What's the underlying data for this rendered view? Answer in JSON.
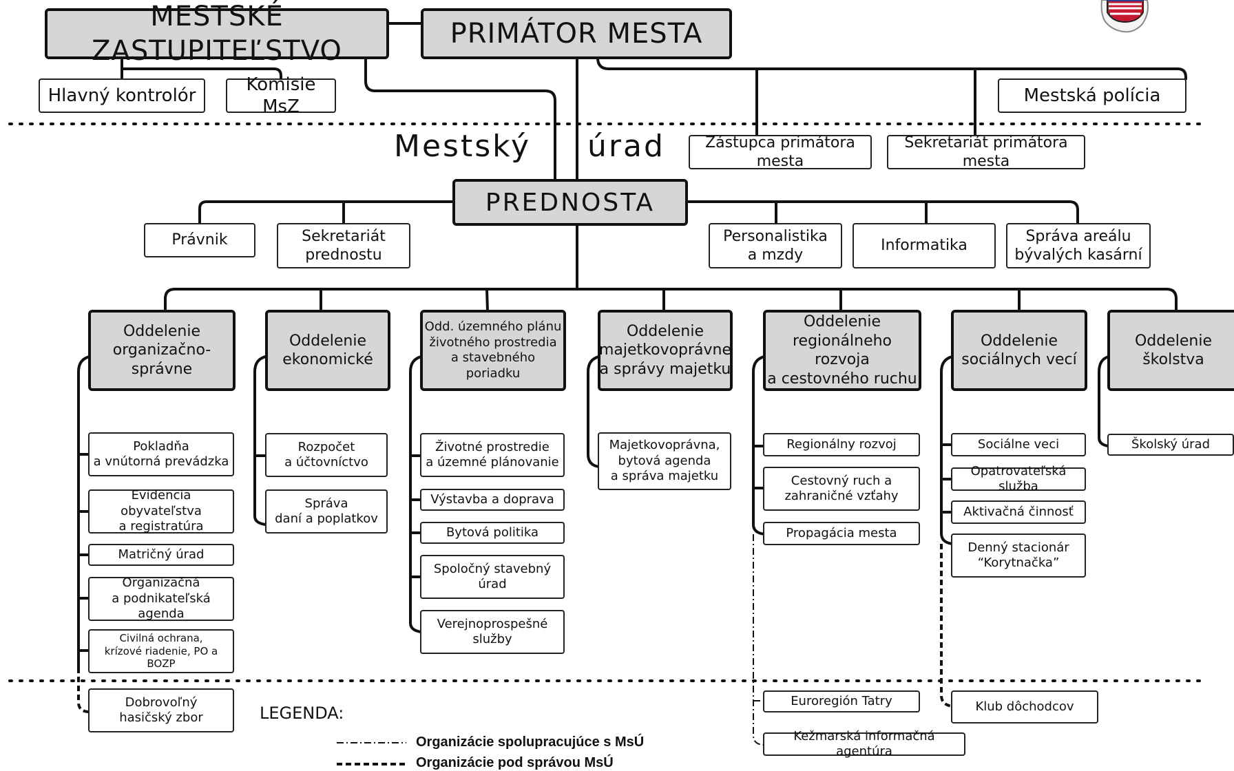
{
  "top": {
    "council": "MESTSKÉ ZASTUPITEĽSTVO",
    "mayor": "PRIMÁTOR MESTA",
    "controller": "Hlavný kontrolór",
    "commissions": "Komisie MsZ",
    "police": "Mestská polícia"
  },
  "office": {
    "title_left": "Mestský",
    "title_right": "úrad",
    "deputy": "Zástupca primátora mesta",
    "mayor_secretariat": "Sekretariát primátora mesta",
    "head": "PREDNOSTA"
  },
  "staff": [
    "Právnik",
    "Sekretariát\nprednostu",
    "Personalistika\na mzdy",
    "Informatika",
    "Správa areálu\nbývalých kasární"
  ],
  "departments": [
    {
      "name": "Oddelenie\norganizačno-správne",
      "units": [
        "Pokladňa\na vnútorná prevádzka",
        "Evidencia obyvateľstva\na registratúra",
        "Matričný úrad",
        "Organizačná\na podnikateľská agenda",
        "Civilná ochrana,\nkrízové riadenie, PO a BOZP"
      ],
      "managed": [
        "Dobrovoľný\nhasičský zbor"
      ]
    },
    {
      "name": "Oddelenie\nekonomické",
      "units": [
        "Rozpočet\na účtovníctvo",
        "Správa\ndaní a poplatkov"
      ]
    },
    {
      "name": "Odd. územného plánu\nživotného prostredia\na stavebného poriadku",
      "units": [
        "Životné prostredie\na územné plánovanie",
        "Výstavba a doprava",
        "Bytová politika",
        "Spoločný stavebný\núrad",
        "Verejnoprospešné\nslužby"
      ]
    },
    {
      "name": "Oddelenie\nmajetkovoprávne\na správy majetku",
      "units": [
        "Majetkovoprávna,\nbytová agenda\na správa majetku"
      ]
    },
    {
      "name": "Oddelenie\nregionálneho rozvoja\na cestovného ruchu",
      "units": [
        "Regionálny rozvoj",
        "Cestovný ruch a\nzahraničné vzťahy",
        "Propagácia mesta"
      ],
      "cooperating": [
        "Euroregión Tatry",
        "Kežmarská informačná agentúra"
      ]
    },
    {
      "name": "Oddelenie\nsociálnych vecí",
      "units": [
        "Sociálne veci",
        "Opatrovateľská služba",
        "Aktivačná činnosť",
        "Denný stacionár\n“Korytnačka”"
      ],
      "managed": [
        "Klub dôchodcov"
      ]
    },
    {
      "name": "Oddelenie\nškolstva",
      "units": [
        "Školský úrad"
      ]
    }
  ],
  "legend": {
    "title": "LEGENDA:",
    "cooperating": "Organizácie spolupracujúce s MsÚ",
    "managed": "Organizácie pod správou MsÚ"
  },
  "colors": {
    "box_fill": "#d6d6d6",
    "line": "#111111"
  },
  "icons": {
    "logo": "coat-of-arms-icon"
  }
}
